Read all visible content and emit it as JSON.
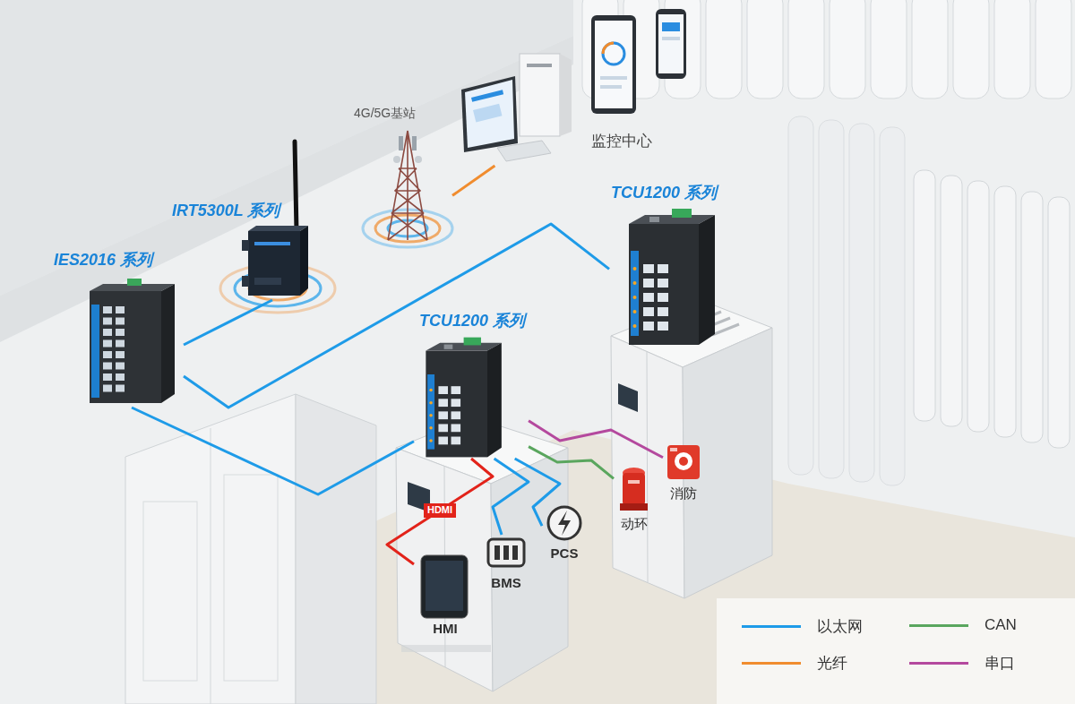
{
  "diagram": {
    "nodes": [
      {
        "text": [
          "IES2016 系列"
        ]
      },
      {
        "text": [
          "IRT5300L 系列"
        ]
      },
      {
        "text": [
          "4G/5G基站"
        ]
      },
      {
        "text": [
          "监控中心"
        ]
      },
      {
        "text": [
          "TCU1200 系列"
        ]
      },
      {
        "text": [
          "TCU1200 系列"
        ]
      },
      {
        "text": [
          "HMI"
        ]
      },
      {
        "text": [
          "BMS"
        ]
      },
      {
        "text": [
          "PCS"
        ]
      },
      {
        "text": [
          "动环"
        ]
      },
      {
        "text": [
          "消防"
        ]
      }
    ],
    "edges": [
      {
        "from": 0,
        "to": 1,
        "arrow": "none"
      },
      {
        "from": 0,
        "to": 4,
        "arrow": "none"
      },
      {
        "from": 0,
        "to": 5,
        "arrow": "none"
      },
      {
        "from": 2,
        "to": 3,
        "arrow": "none"
      },
      {
        "from": 5,
        "to": 6,
        "label": "HDMI",
        "arrow": "none"
      },
      {
        "from": 5,
        "to": 7,
        "arrow": "none"
      },
      {
        "from": 5,
        "to": 8,
        "arrow": "none"
      },
      {
        "from": 5,
        "to": 9,
        "arrow": "none"
      },
      {
        "from": 5,
        "to": 10,
        "arrow": "none"
      }
    ],
    "legend": [
      {
        "text": "以太网",
        "color": "#1e9be8"
      },
      {
        "text": "CAN",
        "color": "#5aa65e"
      },
      {
        "text": "光纤",
        "color": "#f08c2e"
      },
      {
        "text": "串口",
        "color": "#b4499e"
      }
    ]
  }
}
